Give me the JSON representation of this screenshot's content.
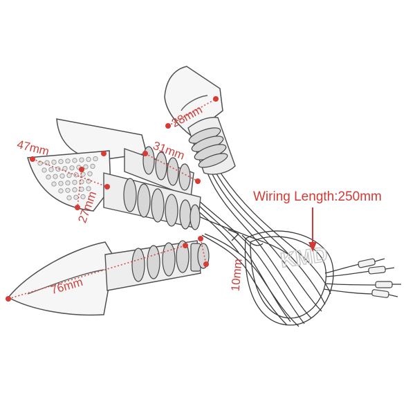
{
  "dimensions": {
    "top_lens_width": "28mm",
    "lens_width": "47mm",
    "stem_length": "31mm",
    "lens_height": "27mm",
    "total_length": "76mm",
    "thread_diameter": "10mm"
  },
  "wiring": {
    "label": "Wiring Length:250mm"
  },
  "colors": {
    "dimension_red": "#c9443f",
    "outline_gray": "#4e4e4e"
  }
}
